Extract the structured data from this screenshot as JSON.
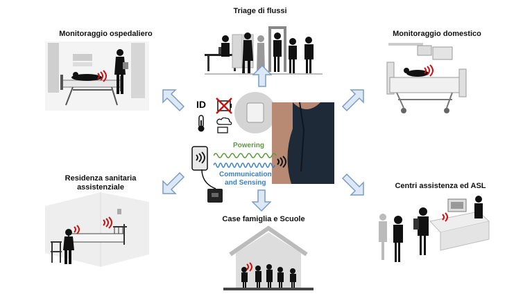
{
  "labels": {
    "triage": "Triage di flussi",
    "hospital": "Monitoraggio ospedaliero",
    "home": "Monitoraggio domestico",
    "rsa_line1": "Residenza sanitaria",
    "rsa_line2": "assistenziale",
    "centers": "Centri assistenza ed ASL",
    "family": "Case famiglia e Scuole"
  },
  "center": {
    "id_text": "ID",
    "powering": "Powering",
    "comm_line1": "Communication",
    "comm_line2": "and Sensing"
  },
  "colors": {
    "arrow_fill": "#dce8f5",
    "arrow_stroke": "#7a9cc4",
    "powering": "#5a9a3a",
    "comm": "#3a7fc4",
    "wave_red": "#cc1111"
  },
  "icons": [
    "thermometer-icon",
    "no-battery-icon",
    "cloud-pc-icon",
    "rfid-reader-icon",
    "sensor-patch-icon"
  ]
}
